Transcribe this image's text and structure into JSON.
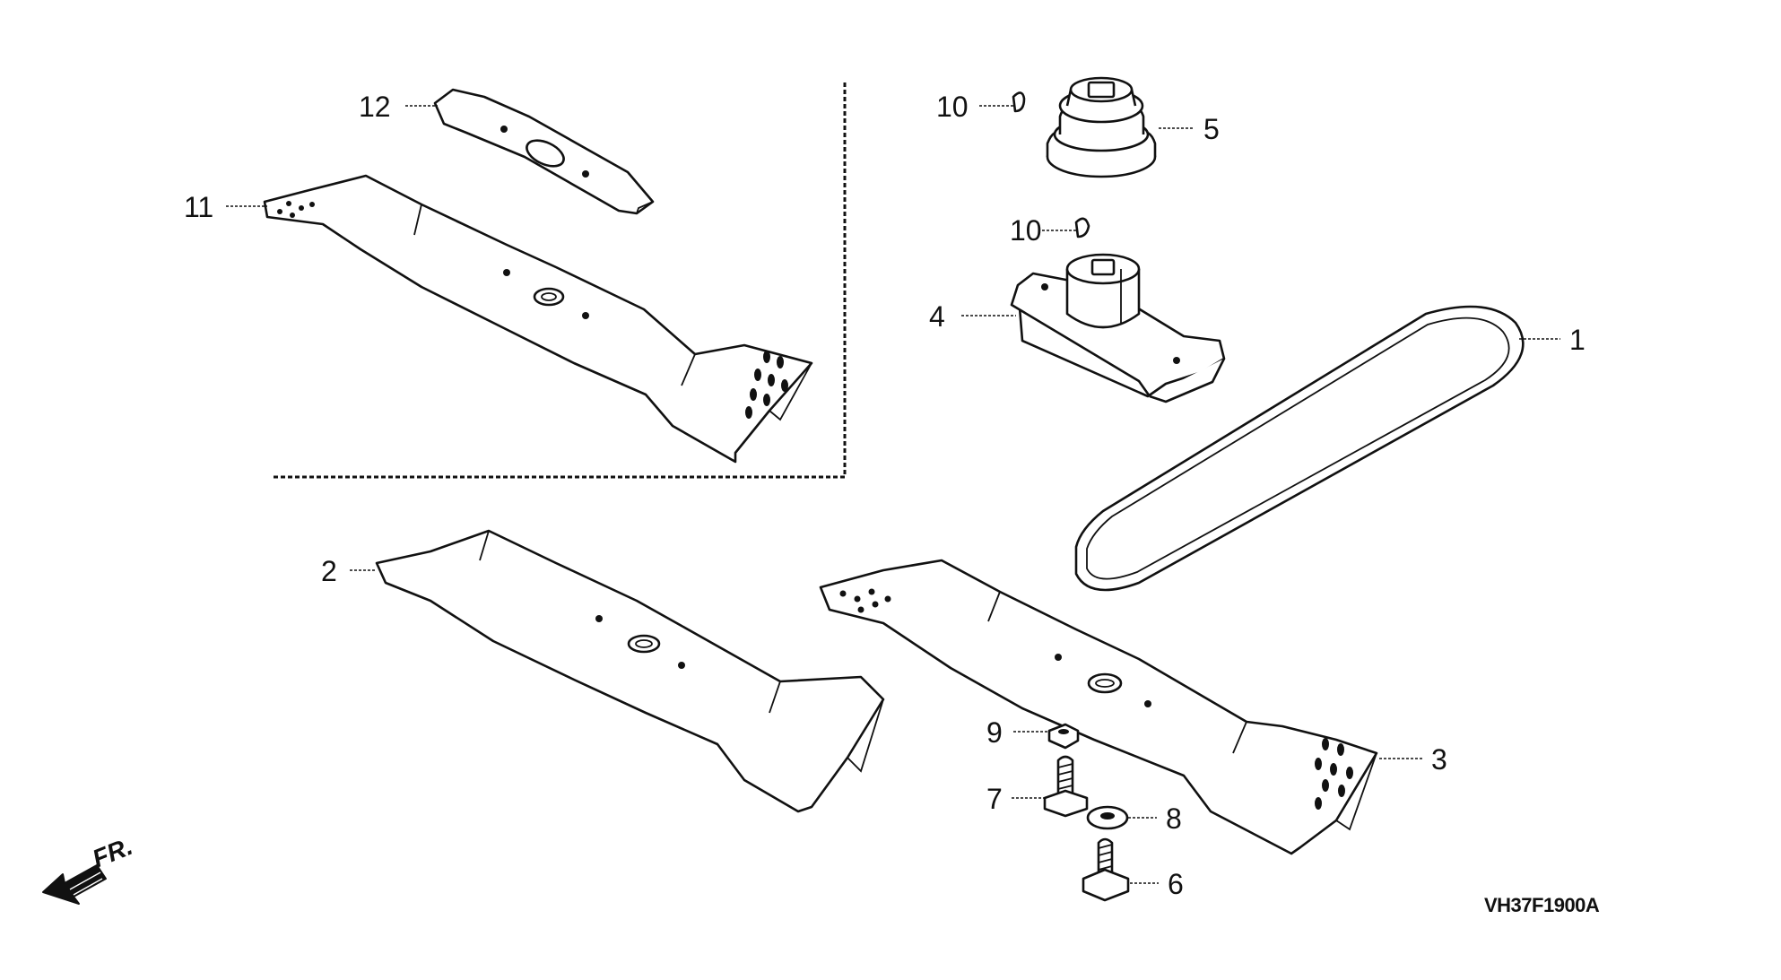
{
  "diagram": {
    "callouts": [
      {
        "id": "c12",
        "text": "12"
      },
      {
        "id": "c11",
        "text": "11"
      },
      {
        "id": "c10a",
        "text": "10"
      },
      {
        "id": "c5",
        "text": "5"
      },
      {
        "id": "c10b",
        "text": "10"
      },
      {
        "id": "c4",
        "text": "4"
      },
      {
        "id": "c1",
        "text": "1"
      },
      {
        "id": "c2",
        "text": "2"
      },
      {
        "id": "c9",
        "text": "9"
      },
      {
        "id": "c7",
        "text": "7"
      },
      {
        "id": "c8",
        "text": "8"
      },
      {
        "id": "c6",
        "text": "6"
      },
      {
        "id": "c3",
        "text": "3"
      }
    ],
    "direction_label": "FR.",
    "drawing_code": "VH37F1900A"
  }
}
